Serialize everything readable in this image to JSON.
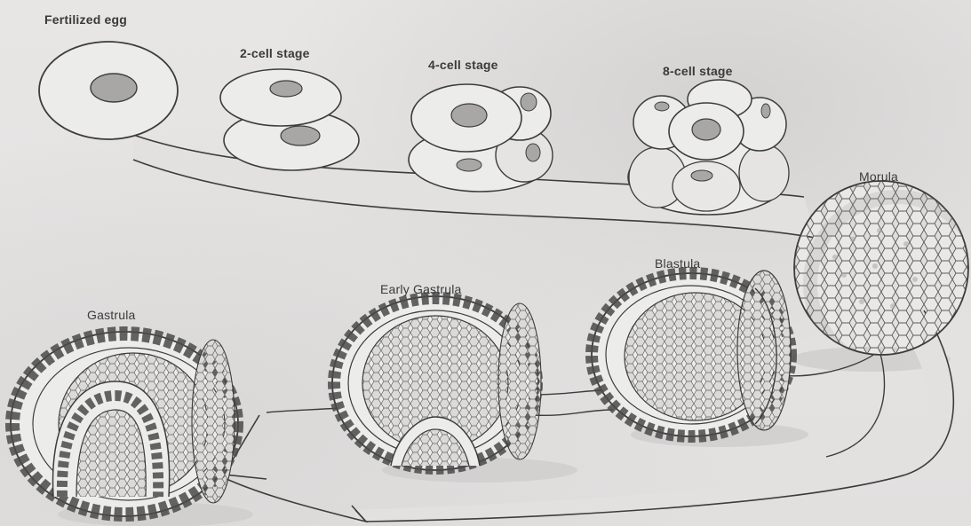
{
  "labels": {
    "fertilized_egg": "Fertilized egg",
    "two_cell": "2-cell stage",
    "four_cell": "4-cell stage",
    "eight_cell": "8-cell stage",
    "morula": "Morula",
    "blastula": "Blastula",
    "early_gastrula": "Early Gastrula",
    "gastrula": "Gastrula"
  },
  "colors": {
    "background": "#e6e4e3",
    "cell_fill": "#ececea",
    "outline": "#3c3c3c",
    "nucleus": "#a9a7a6",
    "shadow": "#cfcdcc"
  }
}
